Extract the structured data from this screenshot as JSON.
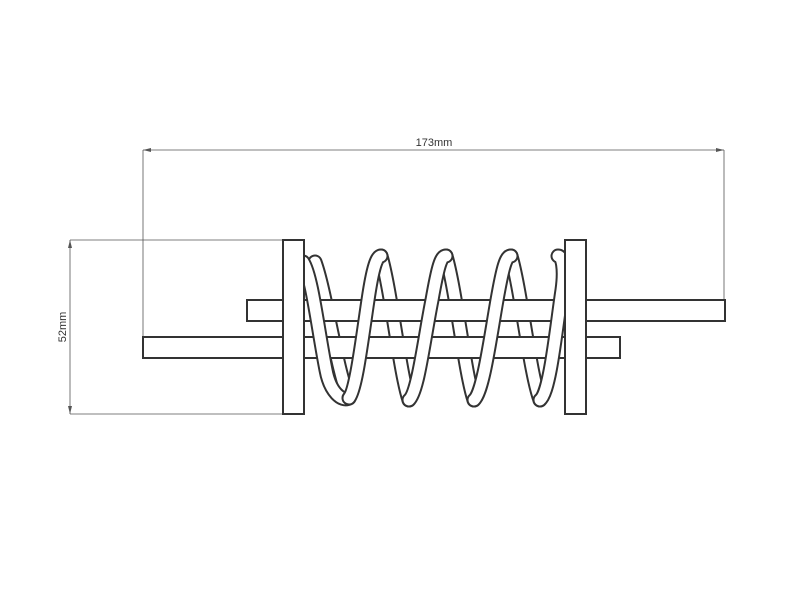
{
  "dimensions": {
    "length": "173mm",
    "height": "52mm"
  },
  "spring": {
    "visible_turns": 4
  },
  "colors": {
    "line": "#333333",
    "background": "#ffffff"
  }
}
